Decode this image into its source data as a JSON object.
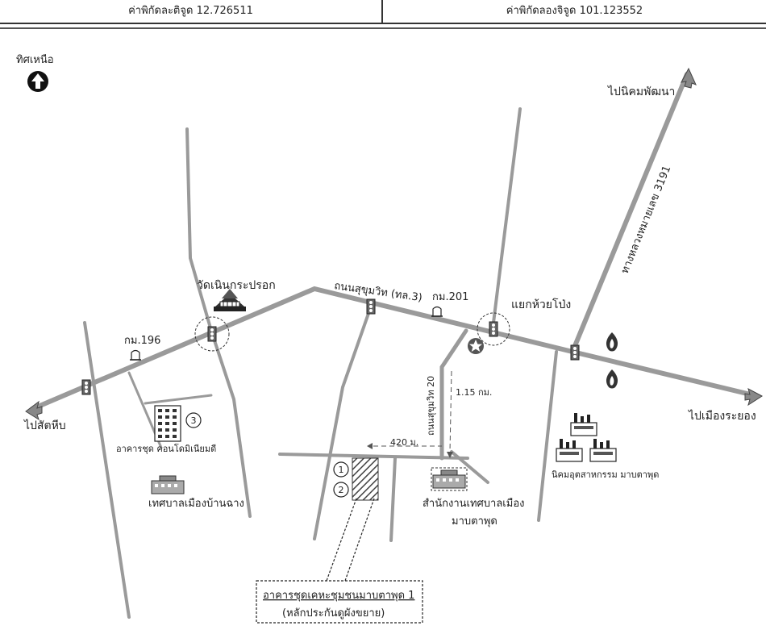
{
  "header": {
    "latitude": "ค่าพิกัดละติจูด 12.726511",
    "longitude": "ค่าพิกัดลองจิจูด 101.123552"
  },
  "map": {
    "north_label": "ทิศเหนือ",
    "labels": {
      "to_nikhom": "ไปนิคมพัฒนา",
      "highway_3191": "ทางหลวงหมายเลข 3191",
      "wat": "วัดเนินกระปรอก",
      "sukhumvit": "ถนนสุขุมวิท (ทล.3)",
      "km201": "กม.201",
      "huai_pong": "แยกห้วยโป่ง",
      "km196": "กม.196",
      "to_sattahip": "ไปสัตหีบ",
      "to_rayong": "ไปเมืองระยอง",
      "sukhumvit20": "ถนนสุขุมวิท 20",
      "dist_115": "1.15 กม.",
      "dist_420": "420 ม.",
      "condo": "อาคารชุด คอนโดมิเนียมดี",
      "ban_chang": "เทศบาลเมืองบ้านฉาง",
      "map_ta_phut_office_1": "สำนักงานเทศบาลเมือง",
      "map_ta_phut_office_2": "มาบตาพุด",
      "industrial": "นิคมอุตสาหกรรม มาบตาพุด",
      "property_1": "อาคารชุดเคหะชุมชนมาบตาพุด 1",
      "property_2": "(หลักประกันดูผังขยาย)",
      "marker_1": "1",
      "marker_2": "2",
      "marker_3": "3"
    },
    "colors": {
      "road": "#9a9a9a",
      "text": "#222222"
    }
  }
}
